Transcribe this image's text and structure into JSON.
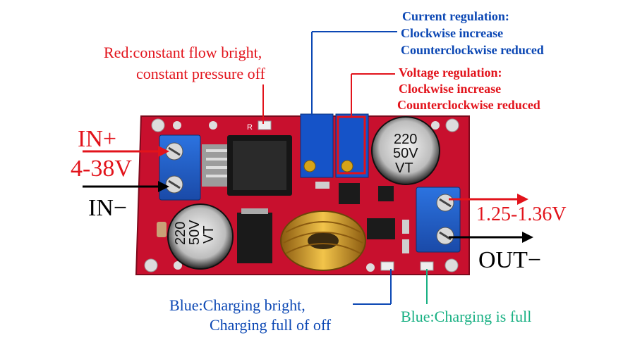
{
  "labels": {
    "current_title": "Current regulation:",
    "current_cw": "Clockwise increase",
    "current_ccw": "Counterclockwise reduced",
    "voltage_title": "Voltage regulation:",
    "voltage_cw": "Clockwise increase",
    "voltage_ccw": "Counterclockwise reduced",
    "red_led_line1": "Red:constant flow bright,",
    "red_led_line2": "constant pressure off",
    "in_plus": "IN+",
    "in_range": "4-38V",
    "in_minus": "IN−",
    "out_voltage": "1.25-1.36V",
    "out_minus": "OUT−",
    "blue_led_line1": "Blue:Charging bright,",
    "blue_led_line2": "Charging full of off",
    "full_led": "Blue:Charging is full"
  },
  "board": {
    "silk_r": "R",
    "cap_top": {
      "line1": "220",
      "line2": "50V",
      "line3": "VT"
    },
    "cap_bottom": {
      "line1": "220",
      "line2": "50V",
      "line3": "VT"
    }
  },
  "colors": {
    "pcb": "#c8102e",
    "terminal": "#1f5fc8",
    "annotation_red": "#e2131b",
    "annotation_blue": "#0b47b4",
    "annotation_teal": "#18b083",
    "inductor": "#c99a2e"
  }
}
